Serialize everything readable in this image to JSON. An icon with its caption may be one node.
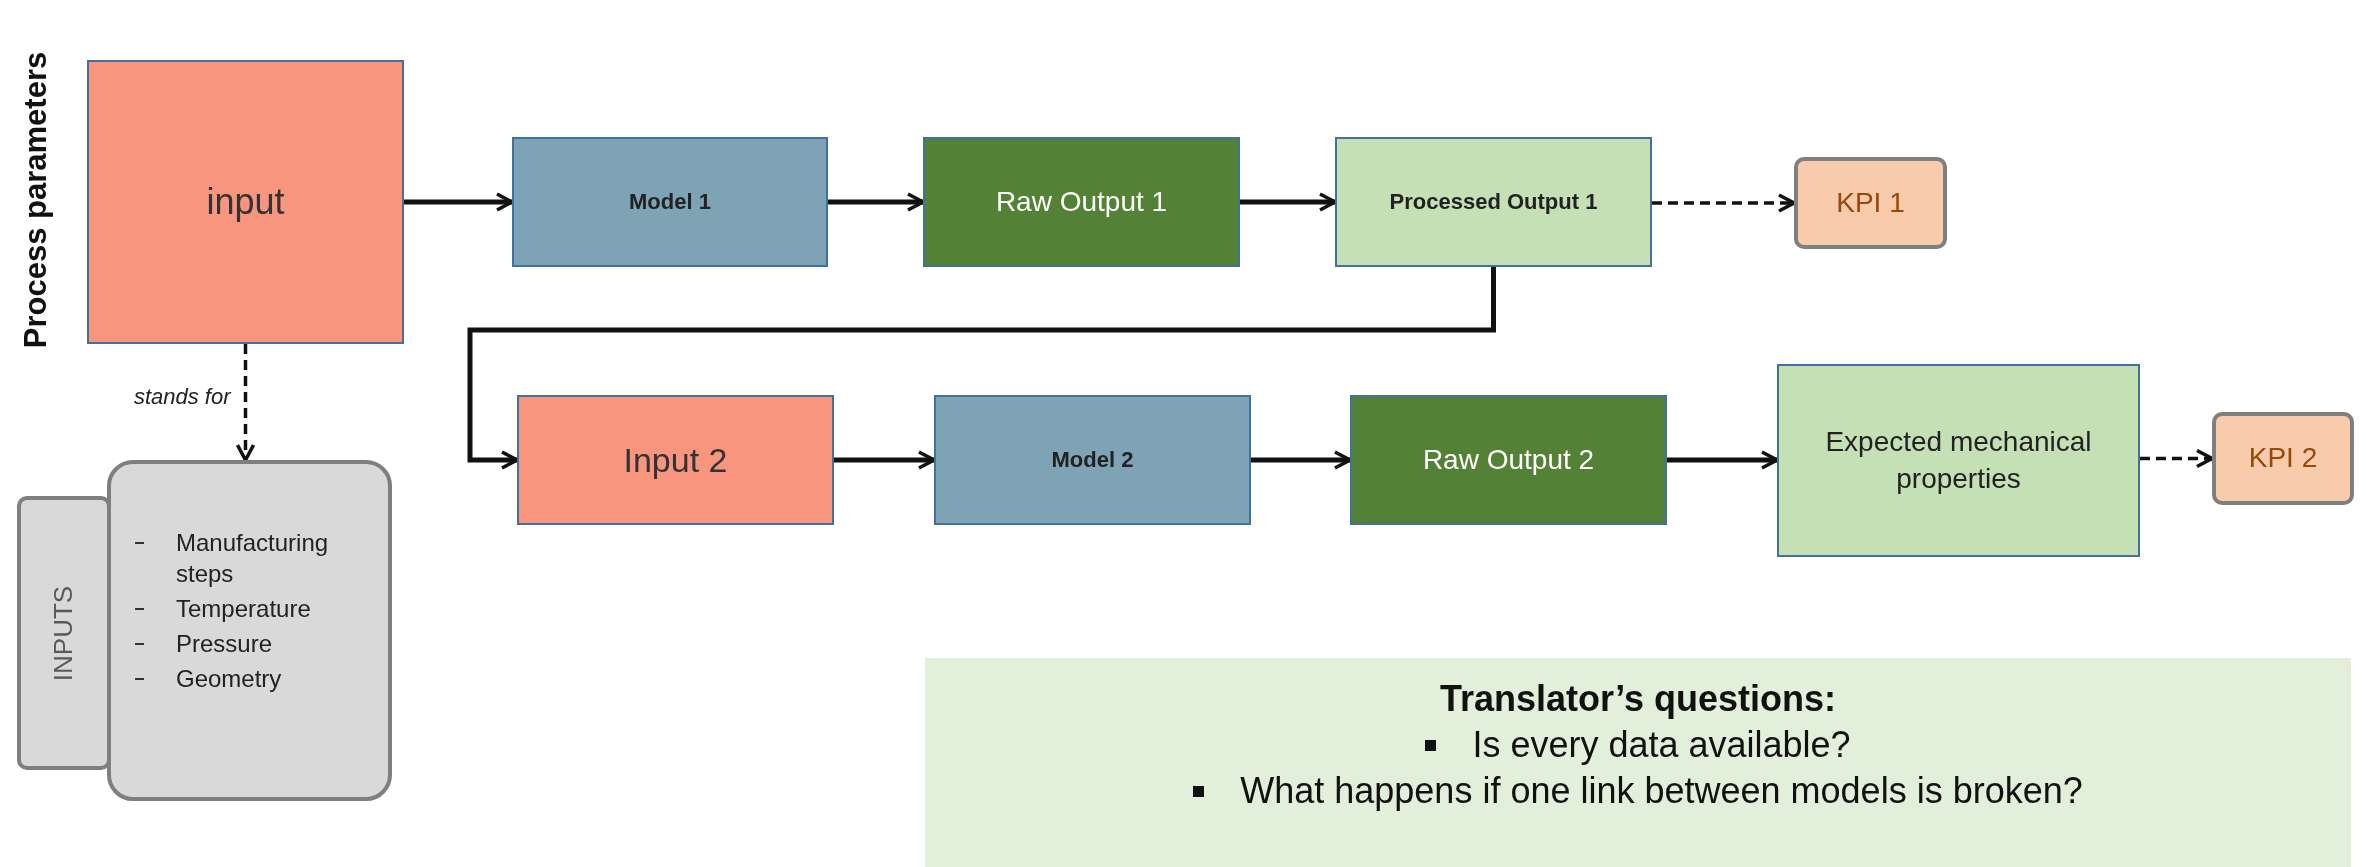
{
  "diagram": {
    "nodes": [
      {
        "text": [
          "input"
        ]
      },
      {
        "text": [
          "Model 1"
        ]
      },
      {
        "text": [
          "Raw Output 1"
        ]
      },
      {
        "text": [
          "Processed Output 1"
        ]
      },
      {
        "text": [
          "KPI 1"
        ]
      },
      {
        "text": [
          "Input 2"
        ]
      },
      {
        "text": [
          "Model 2"
        ]
      },
      {
        "text": [
          "Raw Output 2"
        ]
      },
      {
        "text": [
          "Expected mechanical properties"
        ]
      },
      {
        "text": [
          "KPI 2"
        ]
      },
      {
        "text": [
          "INPUTS"
        ]
      },
      {
        "text": [
          "Manufacturing steps",
          "Temperature",
          "Pressure",
          "Geometry"
        ]
      },
      {
        "text": [
          "Translator’s questions:",
          "Is every data available?",
          "What happens if one link between models is broken?"
        ]
      }
    ],
    "edges": [
      {
        "from": 0,
        "to": 1,
        "arrow": "to"
      },
      {
        "from": 1,
        "to": 2,
        "arrow": "to"
      },
      {
        "from": 2,
        "to": 3,
        "arrow": "to"
      },
      {
        "from": 3,
        "to": 4,
        "arrow": "to",
        "style": "dashed"
      },
      {
        "from": 3,
        "to": 5,
        "arrow": "to"
      },
      {
        "from": 5,
        "to": 6,
        "arrow": "to"
      },
      {
        "from": 6,
        "to": 7,
        "arrow": "to"
      },
      {
        "from": 7,
        "to": 8,
        "arrow": "to"
      },
      {
        "from": 8,
        "to": 9,
        "arrow": "to",
        "style": "dashed"
      },
      {
        "from": 0,
        "to": 11,
        "arrow": "to",
        "style": "dashed",
        "label": "stands for"
      }
    ],
    "labels": [
      "Process parameters"
    ]
  }
}
